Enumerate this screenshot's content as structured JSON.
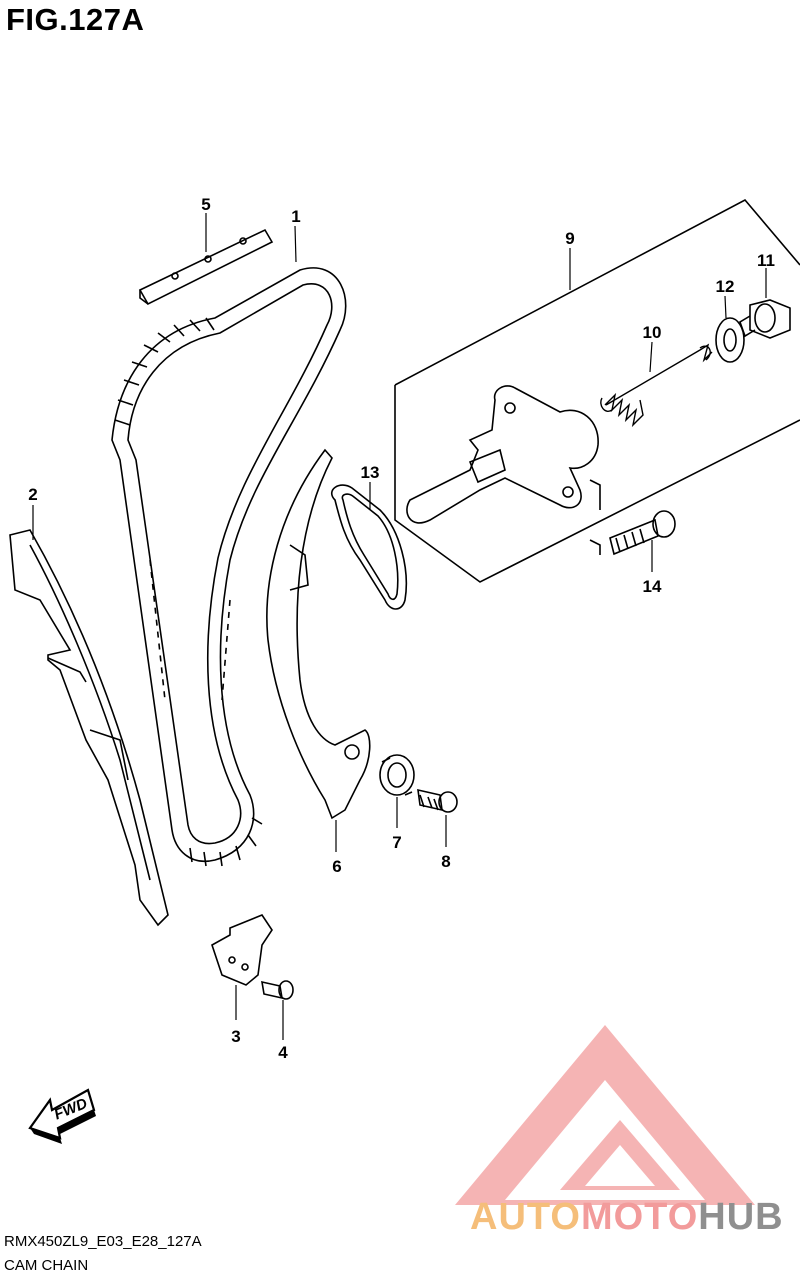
{
  "figure": {
    "title": "FIG.127A",
    "model_code": "RMX450ZL9_E03_E28_127A",
    "section_name": "CAM CHAIN"
  },
  "callouts": [
    "1",
    "2",
    "3",
    "4",
    "5",
    "6",
    "7",
    "8",
    "9",
    "10",
    "11",
    "12",
    "13",
    "14"
  ],
  "direction_marker": {
    "label": "FWD"
  },
  "watermark": {
    "part1": "AUTO",
    "part2": "MOTO",
    "part3": "HUB",
    "colors": {
      "auto": "#f5be7a",
      "moto": "#f29b9b",
      "hub": "#8f8f8f",
      "triangle": "#f08a8a"
    }
  }
}
